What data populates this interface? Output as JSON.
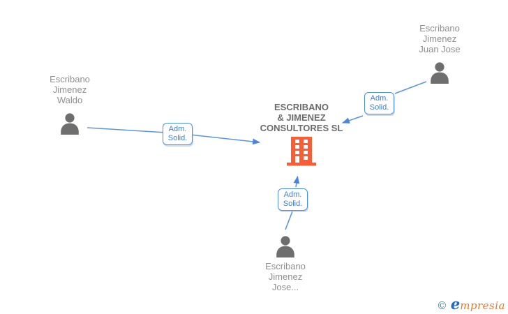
{
  "diagram": {
    "persons": [
      {
        "id": "waldo",
        "name_lines": [
          "Escribano",
          "Jimenez",
          "Waldo"
        ]
      },
      {
        "id": "juan-jose",
        "name_lines": [
          "Escribano",
          "Jimenez",
          "Juan Jose"
        ]
      },
      {
        "id": "jose",
        "name_lines": [
          "Escribano",
          "Jimenez",
          "Jose..."
        ]
      }
    ],
    "company": {
      "name_lines": [
        "ESCRIBANO",
        "& JIMENEZ",
        "CONSULTORES SL"
      ]
    },
    "edge_labels": [
      {
        "lines": [
          "Adm.",
          "Solid."
        ]
      },
      {
        "lines": [
          "Adm.",
          "Solid."
        ]
      },
      {
        "lines": [
          "Adm.",
          "Solid."
        ]
      }
    ]
  },
  "footer": {
    "copyright": "©",
    "brand_initial": "e",
    "brand_rest": "mpresia"
  },
  "colors": {
    "edge_line": "#5b94e3",
    "edge_arrow": "#4a86e0",
    "edge_label_text": "#3b7de0",
    "edge_label_border": "#4a90e2",
    "person_icon": "#6e6e6e",
    "person_name_text": "#8f8f8f",
    "company_name_text": "#6b6b6b",
    "building_icon": "#fa5c33",
    "logo_copyright": "#47808e",
    "logo_initial": "#2069c8",
    "logo_rest": "#e8792c"
  }
}
